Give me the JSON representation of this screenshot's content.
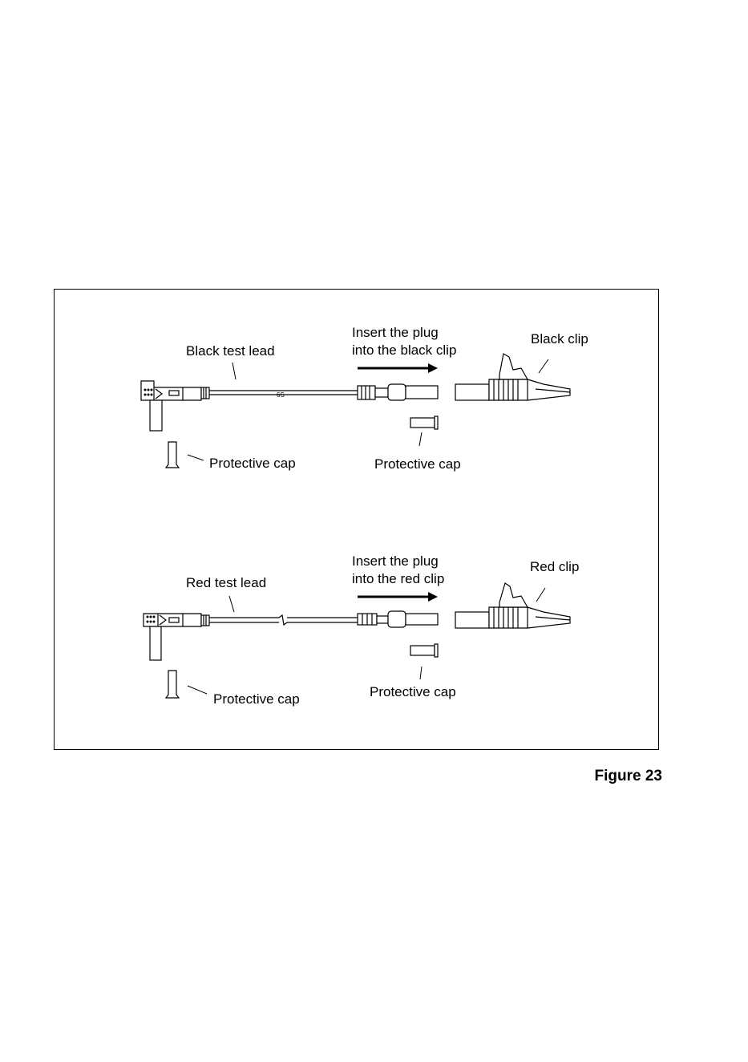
{
  "figure": {
    "caption": "Figure 23",
    "top_set": {
      "lead_label": "Black test lead",
      "instruction_line1": "Insert the plug",
      "instruction_line2": "into the black clip",
      "clip_label": "Black clip",
      "cap_label_left": "Protective cap",
      "cap_label_right": "Protective cap",
      "lead_marking": "6S"
    },
    "bottom_set": {
      "lead_label": "Red test lead",
      "instruction_line1": "Insert the plug",
      "instruction_line2": "into the red clip",
      "clip_label": "Red clip",
      "cap_label_left": "Protective cap",
      "cap_label_right": "Protective cap"
    }
  }
}
